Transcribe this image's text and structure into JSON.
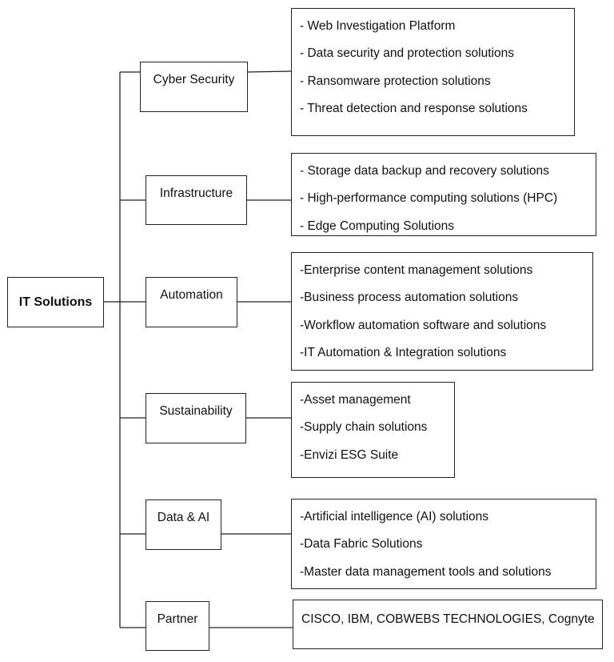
{
  "root": {
    "label": "IT Solutions"
  },
  "categories": [
    {
      "label": "Cyber Security",
      "items": [
        "- Web Investigation Platform",
        "- Data security and protection solutions",
        "- Ransomware protection solutions",
        "- Threat detection and response solutions"
      ]
    },
    {
      "label": "Infrastructure",
      "items": [
        "- Storage data backup and recovery solutions",
        "- High-performance computing solutions (HPC)",
        "- Edge Computing Solutions"
      ]
    },
    {
      "label": "Automation",
      "items": [
        "-Enterprise content management solutions",
        "-Business process automation solutions",
        "-Workflow automation software and solutions",
        "-IT Automation & Integration solutions"
      ]
    },
    {
      "label": "Sustainability",
      "items": [
        "-Asset management",
        "-Supply chain solutions",
        "-Envizi ESG Suite"
      ]
    },
    {
      "label": "Data & AI",
      "items": [
        "-Artificial intelligence (AI) solutions",
        "-Data Fabric Solutions",
        "-Master data management tools and solutions"
      ]
    },
    {
      "label": "Partner",
      "items": [
        "CISCO, IBM, COBWEBS TECHNOLOGIES, Cognyte"
      ]
    }
  ]
}
